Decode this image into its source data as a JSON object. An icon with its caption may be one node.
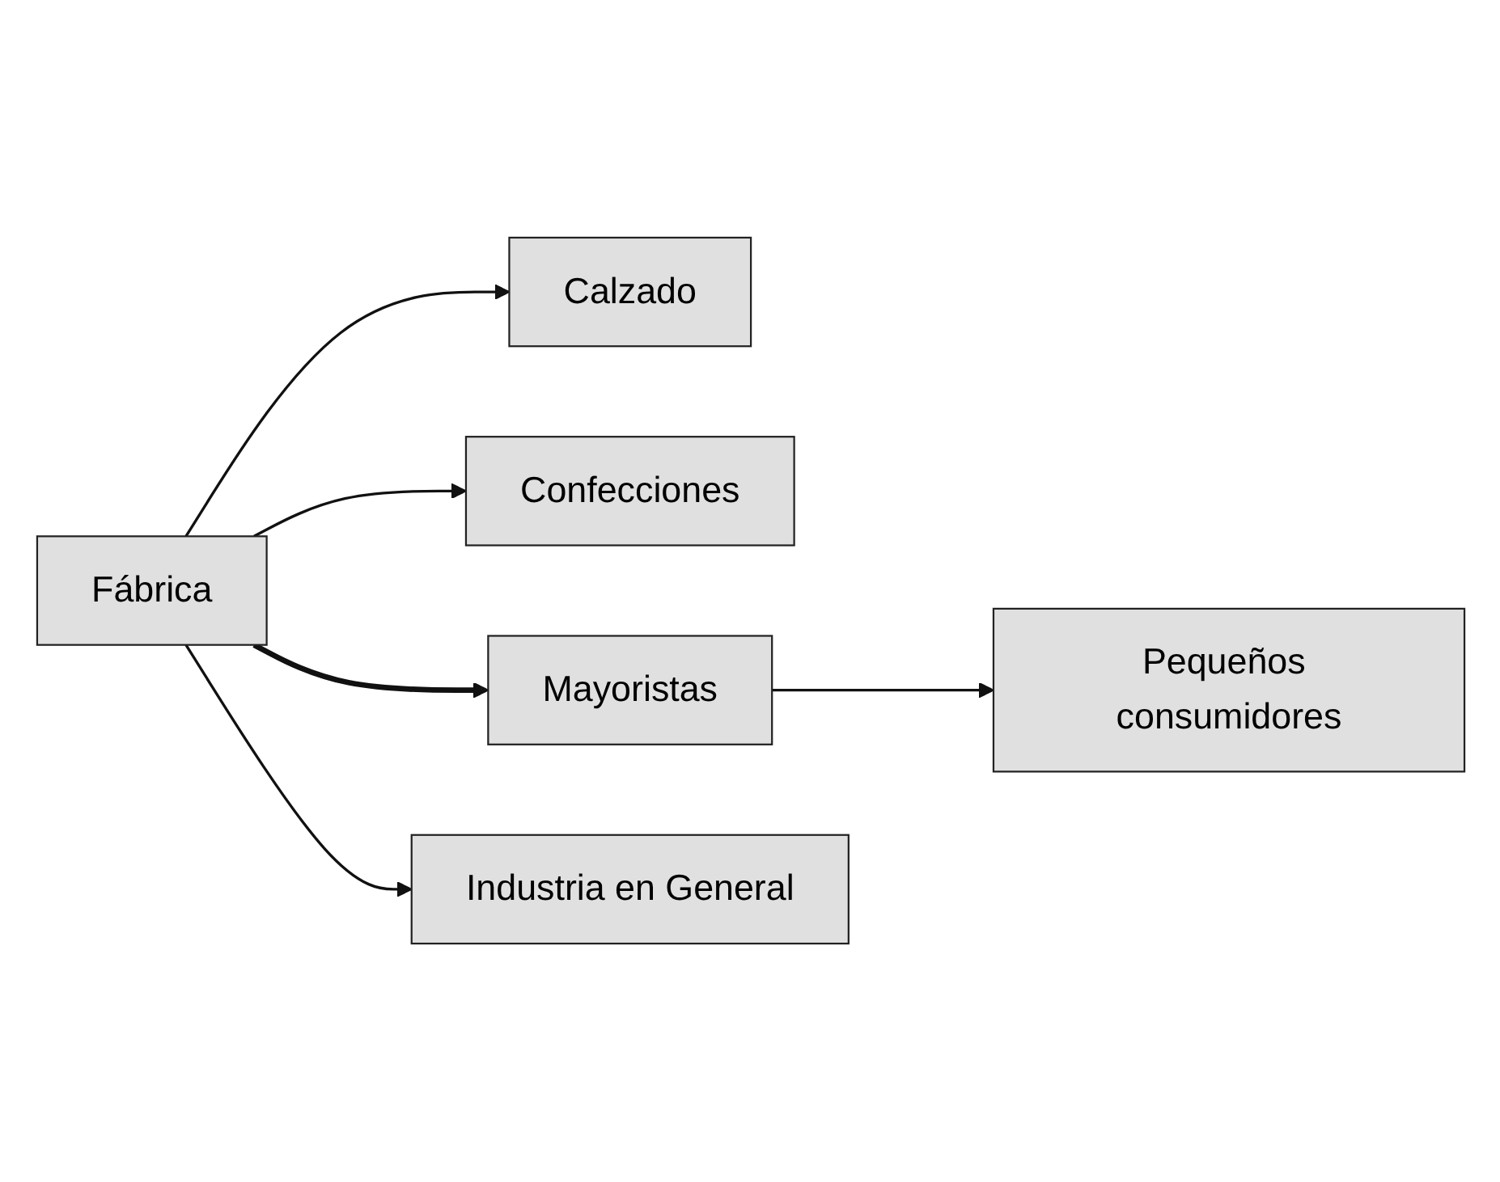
{
  "diagram": {
    "nodes": [
      {
        "text": [
          "Calzado"
        ]
      },
      {
        "text": [
          "Confecciones"
        ]
      },
      {
        "text": [
          "Fábrica"
        ]
      },
      {
        "text": [
          "Mayoristas"
        ]
      },
      {
        "text": [
          "Pequeños consumidores"
        ]
      },
      {
        "text": [
          "Industria en General"
        ]
      }
    ],
    "edges": [
      {
        "from": 2,
        "to": 0,
        "arrow": "to"
      },
      {
        "from": 2,
        "to": 1,
        "arrow": "to"
      },
      {
        "from": 2,
        "to": 3,
        "arrow": "to",
        "style": "thick"
      },
      {
        "from": 3,
        "to": 4,
        "arrow": "to"
      },
      {
        "from": 2,
        "to": 5,
        "arrow": "to"
      }
    ]
  }
}
